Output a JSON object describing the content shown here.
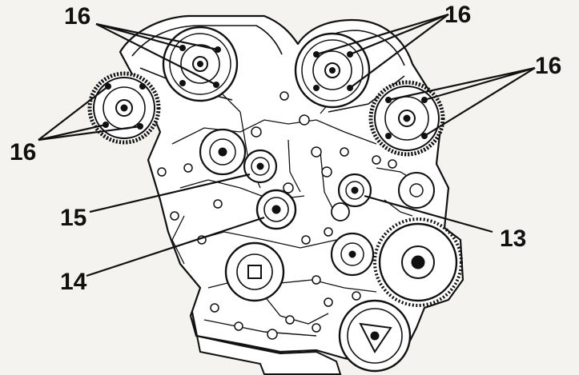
{
  "diagram": {
    "callouts": [
      {
        "id": "cam-bolts-left-top",
        "label": "16"
      },
      {
        "id": "cam-bolts-right-top",
        "label": "16"
      },
      {
        "id": "cam-bolts-right-mid",
        "label": "16"
      },
      {
        "id": "cam-bolts-left-mid",
        "label": "16"
      },
      {
        "id": "idler-pulley-15",
        "label": "15"
      },
      {
        "id": "idler-pulley-13",
        "label": "13"
      },
      {
        "id": "tensioner-pulley-14",
        "label": "14"
      }
    ],
    "colors": {
      "ink": "#111111",
      "paper": "#f4f3ef",
      "engine_fill": "#ffffff"
    }
  }
}
